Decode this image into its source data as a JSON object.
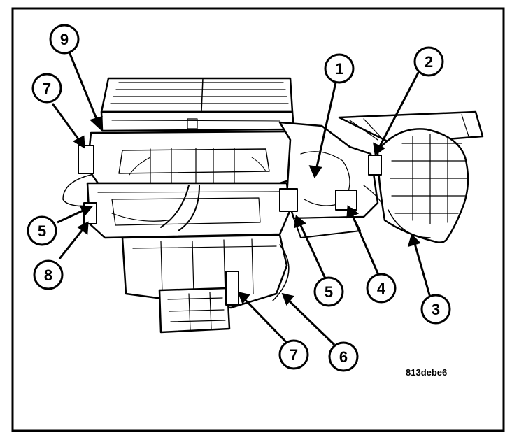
{
  "figure": {
    "id": "813debe6",
    "callouts": [
      "9",
      "7",
      "1",
      "2",
      "5",
      "8",
      "5",
      "4",
      "3",
      "7",
      "6"
    ]
  },
  "colors": {
    "ink": "#000000",
    "paper": "#ffffff"
  }
}
